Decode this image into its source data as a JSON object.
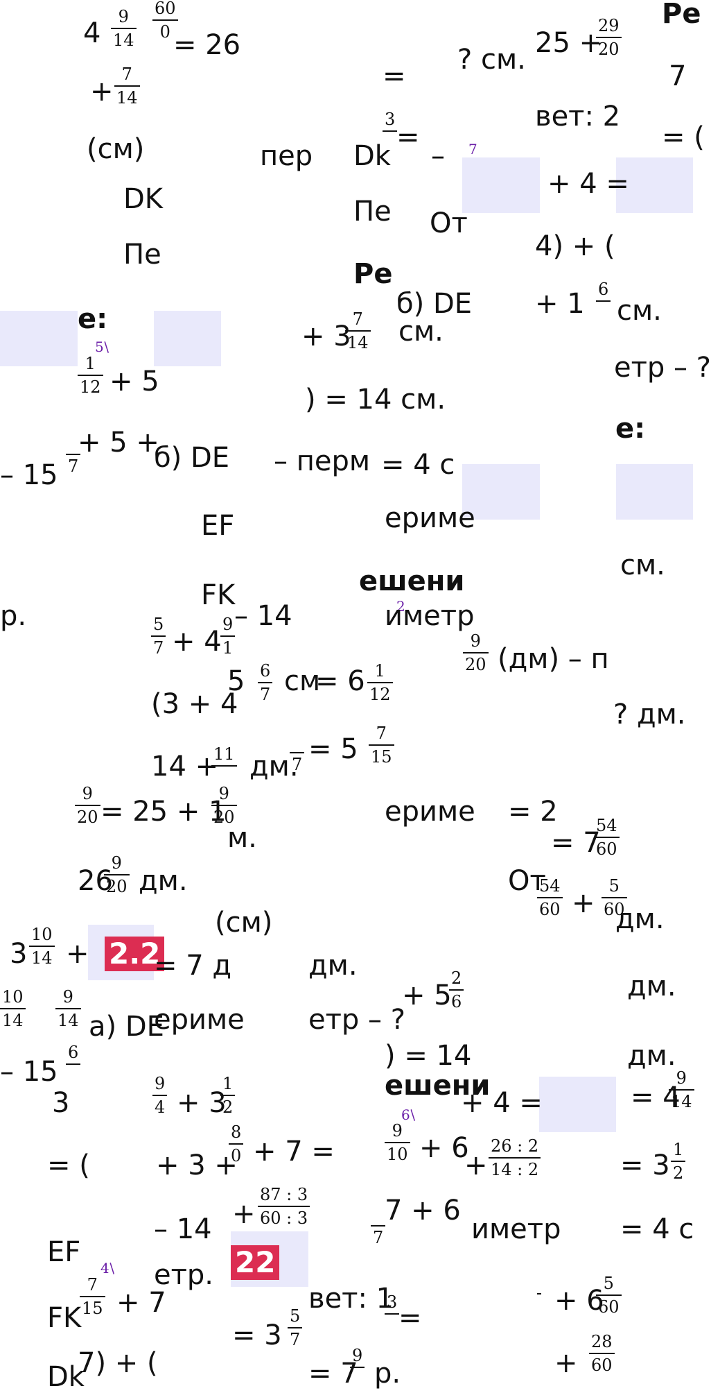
{
  "frags": {
    "f01": "4",
    "f02": "= 26",
    "f03": "+",
    "f04": "(см)",
    "f05": "DK",
    "f06": "Пе",
    "f07": "пер",
    "f08": "Dk",
    "f09": "? см.",
    "f10": "=",
    "f11": "=",
    "f12": "–",
    "f13": "Пе",
    "f14": "От",
    "f15": "Ре",
    "f16": "25 +",
    "f17": "вет: 2",
    "f18": "+ 4 =",
    "f19": "4) + (",
    "f20": "б) DE",
    "f21": "+ 1",
    "f22": "см.",
    "f23": "Ре",
    "f24": "7",
    "f25": "= (",
    "f26": "е:",
    "f27": "+ 5",
    "f28": "+ 3",
    "f29": "см.",
    "f30": ") = 14 см.",
    "f31": "етр – ?",
    "f32": "е:",
    "f33": "– 15",
    "f34": "+ 5 +",
    "f35": "б) DE",
    "f36": "– перм",
    "f37": "= 4 с",
    "f38": "ериме",
    "f39": "см.",
    "f40": "EF",
    "f41": "ешени",
    "f42": "FK",
    "f43": "р.",
    "f44": "– 14",
    "f45": "иметр",
    "f46": "+ 4",
    "f47": "5",
    "f48": "см",
    "f49": "= 6",
    "f50": "(дм) – п",
    "f51": "(3 + 4",
    "f52": "? дм.",
    "f53": "14 +",
    "f54": "дм.",
    "f55": "= 5",
    "f56": "= 25 + 1",
    "f57": "м.",
    "f58": "ериме",
    "f59": "= 2",
    "f60": "= 7",
    "f61": "26",
    "f62": "дм.",
    "f63": "От",
    "f64": "+",
    "f65": "дм.",
    "f66": "(см)",
    "f67": "3",
    "f68": "+",
    "f69": "= 7 д",
    "f70": "дм.",
    "f71": "а) DE",
    "f72": "ериме",
    "f73": "етр – ?",
    "f74": "+ 5",
    "f75": "дм.",
    "f76": "– 15",
    "f77": ") = 14",
    "f78": "дм.",
    "f79": "ешени",
    "f80": "3",
    "f81": "+ 3",
    "f82": "+ 4 =",
    "f83": "= 4",
    "f84": "= (",
    "f85": "+ 3 +",
    "f86": "+ 7 =",
    "f87": "+ 6",
    "f88": "+",
    "f89": "= 3",
    "f90": "– 14",
    "f91": "+",
    "f92": "7 + 6",
    "f93": "иметр",
    "f94": "= 4 с",
    "f95": "EF",
    "f96": "етр.",
    "f97": "FK",
    "f98": "+ 7",
    "f99": "вет: 1",
    "f100": "= 3",
    "f101": "=",
    "f102": "+ 6",
    "f103": "Dk",
    "f104": "7) + (",
    "f105": "= 7",
    "f106": "р.",
    "f107": "+"
  },
  "fracs": {
    "q01": {
      "n": "9",
      "d": "14"
    },
    "q02": {
      "n": "60",
      "d": "0"
    },
    "q03": {
      "n": "7",
      "d": "14"
    },
    "q04": {
      "n": "3",
      "d": ""
    },
    "q05": {
      "n": "29",
      "d": "20"
    },
    "q06": {
      "n": "1",
      "d": "12"
    },
    "q07": {
      "n": "7",
      "d": "14"
    },
    "q08": {
      "n": "6",
      "d": ""
    },
    "q09": {
      "n": "",
      "d": "7"
    },
    "q10": {
      "n": "5",
      "d": "7"
    },
    "q11": {
      "n": "9",
      "d": "1"
    },
    "q12": {
      "n": "6",
      "d": "7"
    },
    "q13": {
      "n": "1",
      "d": "12"
    },
    "q14": {
      "n": "9",
      "d": "20"
    },
    "q15": {
      "n": "11",
      "d": ""
    },
    "q16": {
      "n": "",
      "d": "7"
    },
    "q17": {
      "n": "7",
      "d": "15"
    },
    "q18": {
      "n": "9",
      "d": "20"
    },
    "q19": {
      "n": "9",
      "d": "20"
    },
    "q20": {
      "n": "54",
      "d": "60"
    },
    "q21": {
      "n": "9",
      "d": "20"
    },
    "q22": {
      "n": "54",
      "d": "60"
    },
    "q23": {
      "n": "5",
      "d": "60"
    },
    "q24": {
      "n": "10",
      "d": "14"
    },
    "q25": {
      "n": "10",
      "d": "14"
    },
    "q26": {
      "n": "9",
      "d": "14"
    },
    "q27": {
      "n": "2",
      "d": "6"
    },
    "q28": {
      "n": "6",
      "d": ""
    },
    "q29": {
      "n": "9",
      "d": "4"
    },
    "q30": {
      "n": "1",
      "d": "2"
    },
    "q31": {
      "n": "9",
      "d": "14"
    },
    "q32": {
      "n": "8",
      "d": "0"
    },
    "q33": {
      "n": "9",
      "d": "10"
    },
    "q34": {
      "n": "26 : 2",
      "d": "14 : 2"
    },
    "q35": {
      "n": "1",
      "d": "2"
    },
    "q36": {
      "n": "87 : 3",
      "d": "60 : 3"
    },
    "q37": {
      "n": "",
      "d": "7"
    },
    "q38": {
      "n": "7",
      "d": "15"
    },
    "q39": {
      "n": "5",
      "d": "7"
    },
    "q40": {
      "n": "",
      "d": ""
    },
    "q41": {
      "n": "5",
      "d": "60"
    },
    "q42": {
      "n": "28",
      "d": "60"
    },
    "q43": {
      "n": "9",
      "d": ""
    },
    "q44": {
      "n": "3",
      "d": ""
    }
  },
  "badges": {
    "b1": "2.2",
    "b2": "22"
  },
  "strikes": {
    "s1": "5",
    "s2": "7",
    "s3": "2",
    "s4": "6",
    "s5": "4"
  },
  "colors": {
    "background": "#ffffff",
    "text": "#111111",
    "highlight": "#e9e9fb",
    "badge": "#dc2d52",
    "strike": "#6b1fa8"
  }
}
